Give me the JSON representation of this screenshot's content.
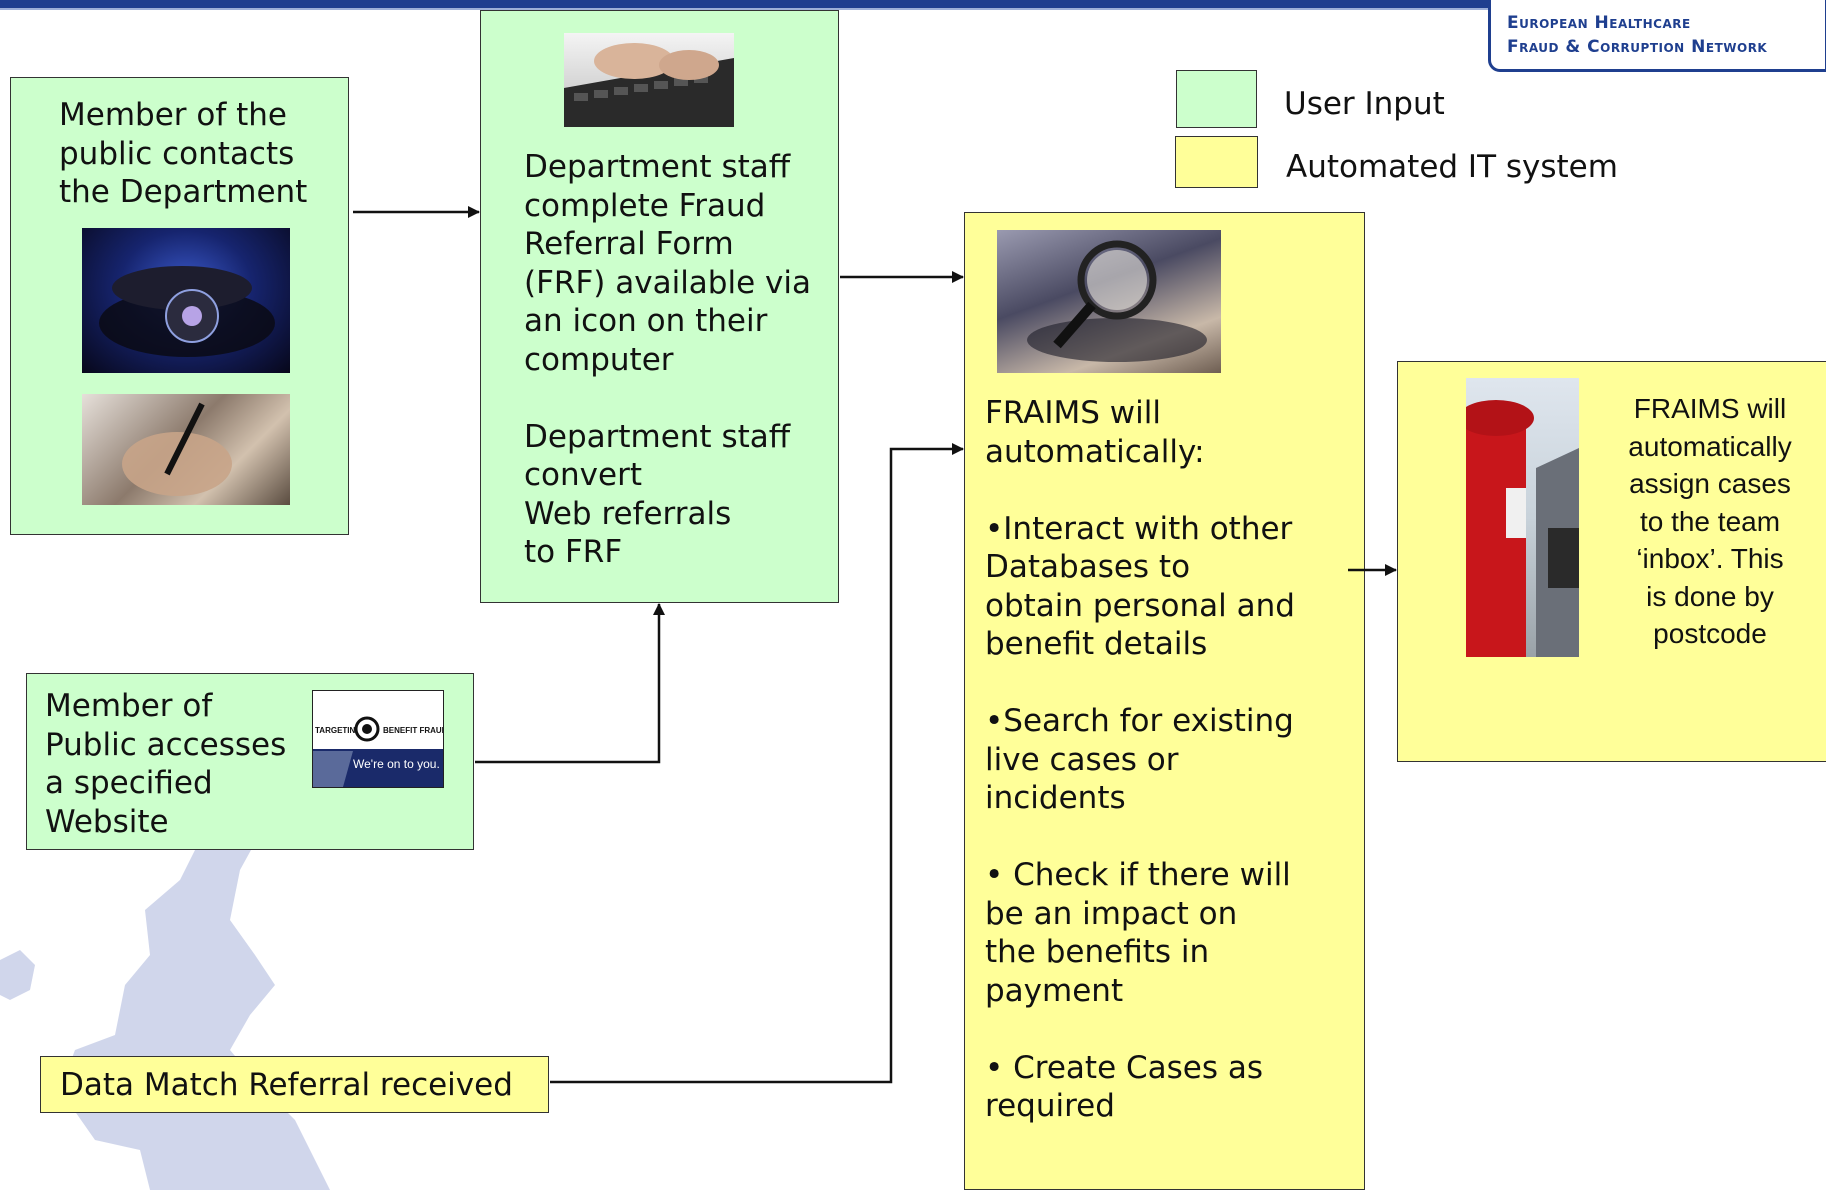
{
  "logo": {
    "line1": "European Healthcare",
    "line2": "Fraud & Corruption Network"
  },
  "legend": {
    "user_input_label": "User Input",
    "automated_label": "Automated IT system",
    "user_input_color": "#ccffcc",
    "automated_color": "#ffff99"
  },
  "boxes": {
    "public_contact": "Member of the\npublic contacts\nthe Department",
    "department_staff": "Department staff\ncomplete Fraud\nReferral Form\n(FRF) available via\nan icon on their\ncomputer\n\nDepartment staff\nconvert\nWeb referrals\nto FRF",
    "website_access": "Member of\nPublic accesses\na specified\nWebsite",
    "data_match": "Data Match Referral received",
    "fraims": "FRAIMS will\nautomatically:\n\n•Interact with other\nDatabases  to\nobtain personal and\nbenefit details\n\n•Search for existing\n live cases or\nincidents\n\n• Check if there will\nbe an impact on\nthe benefits in\npayment\n\n• Create Cases as\nrequired",
    "assign": "FRAIMS will\nautomatically\nassign cases\nto the team\n‘inbox’.  This\nis done by\npostcode"
  },
  "banner": {
    "left_text": "TARGETING",
    "right_text": "BENEFIT FRAUD",
    "slogan": "We're on to you."
  },
  "icons": [
    "telephone-photo",
    "hand-writing-photo",
    "keyboard-photo",
    "magnifying-glass-photo",
    "postbox-photo",
    "europe-map-watermark"
  ]
}
